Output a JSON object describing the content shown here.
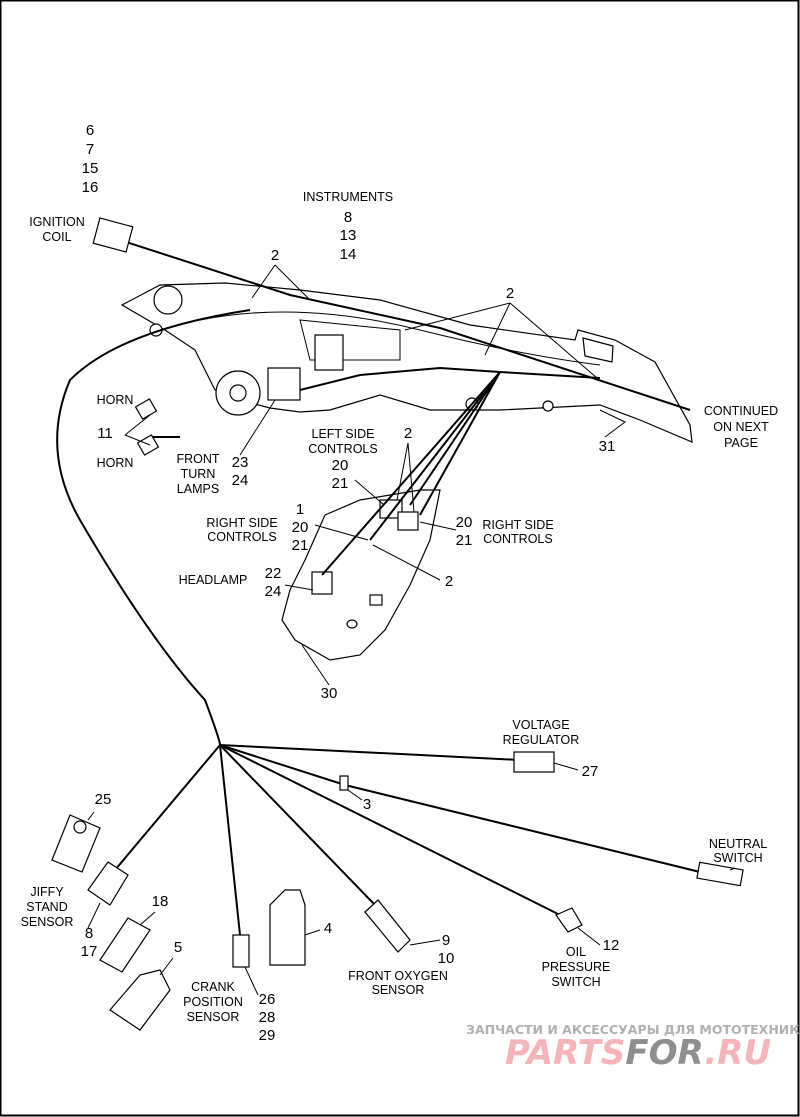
{
  "labels": {
    "ign_nums": [
      "6",
      "7",
      "15",
      "16"
    ],
    "ign": [
      "IGNITION",
      "COIL"
    ],
    "instruments": "INSTRUMENTS",
    "instr_nums": [
      "8",
      "13",
      "14"
    ],
    "two": "2",
    "horn": "HORN",
    "horn_num": "11",
    "ftl": [
      "FRONT",
      "TURN",
      "LAMPS"
    ],
    "ftl_nums": [
      "23",
      "24"
    ],
    "left_controls": [
      "LEFT SIDE",
      "CONTROLS"
    ],
    "left_nums": [
      "20",
      "21"
    ],
    "right_controls": [
      "RIGHT SIDE",
      "CONTROLS"
    ],
    "right_nums_a": [
      "1",
      "20",
      "21"
    ],
    "right_nums_b": [
      "20",
      "21"
    ],
    "headlamp": "HEADLAMP",
    "headlamp_nums": [
      "22",
      "24"
    ],
    "n30": "30",
    "continued": [
      "CONTINUED",
      "ON NEXT",
      "PAGE"
    ],
    "n31": "31",
    "vreg": [
      "VOLTAGE",
      "REGULATOR"
    ],
    "n27": "27",
    "n3": "3",
    "n25": "25",
    "neutral": [
      "NEUTRAL",
      "SWITCH"
    ],
    "jiffy": [
      "JIFFY",
      "STAND",
      "SENSOR"
    ],
    "jiffy_nums": [
      "8",
      "17"
    ],
    "n18": "18",
    "n4": "4",
    "n5": "5",
    "oxy_nums": [
      "9",
      "10"
    ],
    "oxy": [
      "FRONT OXYGEN",
      "SENSOR"
    ],
    "oil": [
      "OIL",
      "PRESSURE",
      "SWITCH"
    ],
    "n12": "12",
    "crank": [
      "CRANK",
      "POSITION",
      "SENSOR"
    ],
    "crank_nums": [
      "26",
      "28",
      "29"
    ]
  },
  "watermark": {
    "tagline": "ЗАПЧАСТИ И АКСЕССУАРЫ ДЛЯ МОТОТЕХНИКИ",
    "brand_a": "PARTS",
    "brand_b": "FOR",
    "brand_c": ".RU",
    "colors": {
      "pink": "#f4b4b8",
      "gray": "#8e8e8e"
    }
  }
}
